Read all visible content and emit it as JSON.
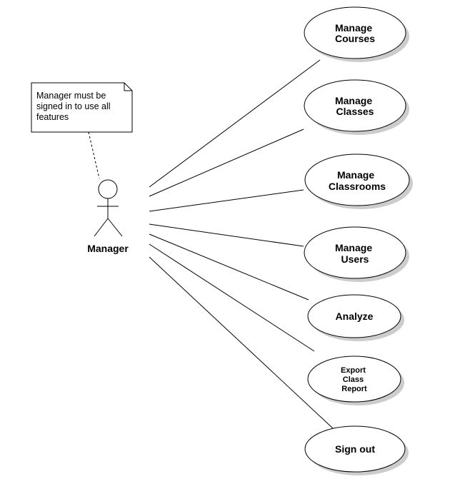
{
  "note": {
    "lines": [
      "Manager must be",
      "signed in to use all",
      "features"
    ]
  },
  "actor": {
    "name": "Manager"
  },
  "use_cases": [
    {
      "lines": [
        "Manage",
        "Courses"
      ]
    },
    {
      "lines": [
        "Manage",
        "Classes"
      ]
    },
    {
      "lines": [
        "Manage",
        "Classrooms"
      ]
    },
    {
      "lines": [
        "Manage",
        "Users"
      ]
    },
    {
      "lines": [
        "Analyze"
      ]
    },
    {
      "lines": [
        "Export",
        "Class",
        "Report"
      ]
    },
    {
      "lines": [
        "Sign out"
      ]
    }
  ],
  "colors": {
    "stroke": "#000000",
    "fill": "#ffffff",
    "shadow": "#cccccc"
  }
}
